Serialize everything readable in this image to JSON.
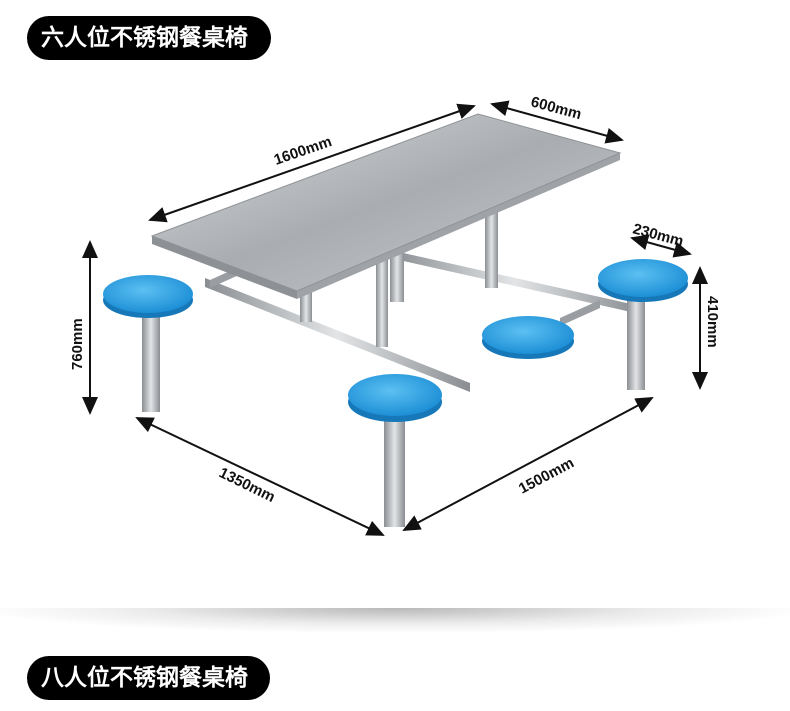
{
  "sections": [
    {
      "title": "六人位不锈钢餐桌椅"
    },
    {
      "title": "八人位不锈钢餐桌椅"
    }
  ],
  "dimensions": {
    "table_length": "1600mm",
    "table_width": "600mm",
    "stool_diameter": "230mm",
    "stool_height": "410mm",
    "table_height": "760mm",
    "frame_width": "1350mm",
    "frame_length": "1500mm"
  },
  "colors": {
    "stool": "#2a9fe0",
    "steel": "#b8bcc0",
    "pill": "#000000"
  }
}
